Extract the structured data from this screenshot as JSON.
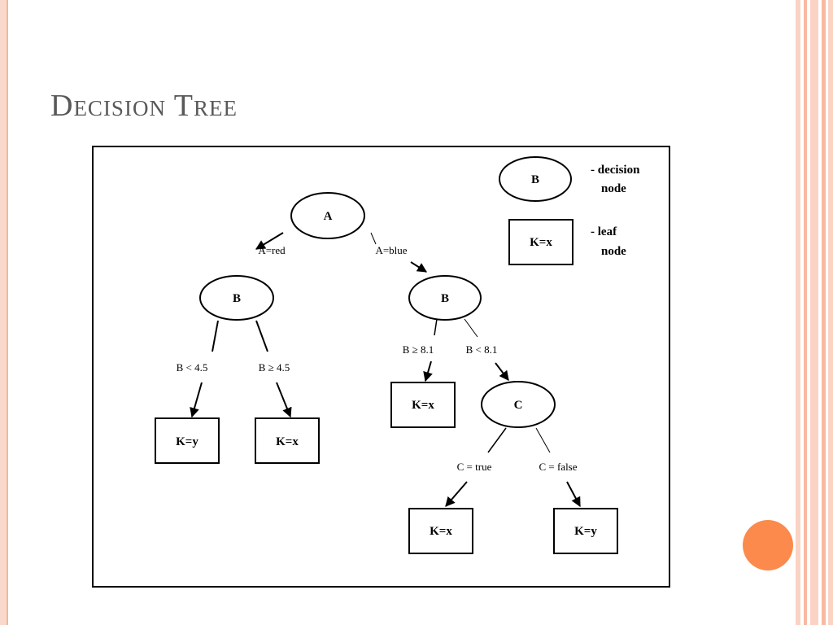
{
  "slide": {
    "title": "Decision Tree",
    "colors": {
      "accent": "#fb8a4c",
      "border": "#f4b59f",
      "title": "#595959"
    }
  },
  "diagram": {
    "nodes": {
      "a": "A",
      "b_left": "B",
      "b_right": "B",
      "c": "C",
      "leaf_ky_1": "K=y",
      "leaf_kx_1": "K=x",
      "leaf_kx_2": "K=x",
      "leaf_kx_3": "K=x",
      "leaf_ky_2": "K=y"
    },
    "edges": {
      "a_red": "A=red",
      "a_blue": "A=blue",
      "b_lt_45": "B < 4.5",
      "b_ge_45": "B ≥ 4.5",
      "b_ge_81": "B ≥ 8.1",
      "b_lt_81": "B < 8.1",
      "c_true": "C = true",
      "c_false": "C = false"
    },
    "legend": {
      "decision_symbol": "B",
      "decision_line1": "- decision",
      "decision_line2": "node",
      "leaf_symbol": "K=x",
      "leaf_line1": "- leaf",
      "leaf_line2": "node"
    }
  }
}
